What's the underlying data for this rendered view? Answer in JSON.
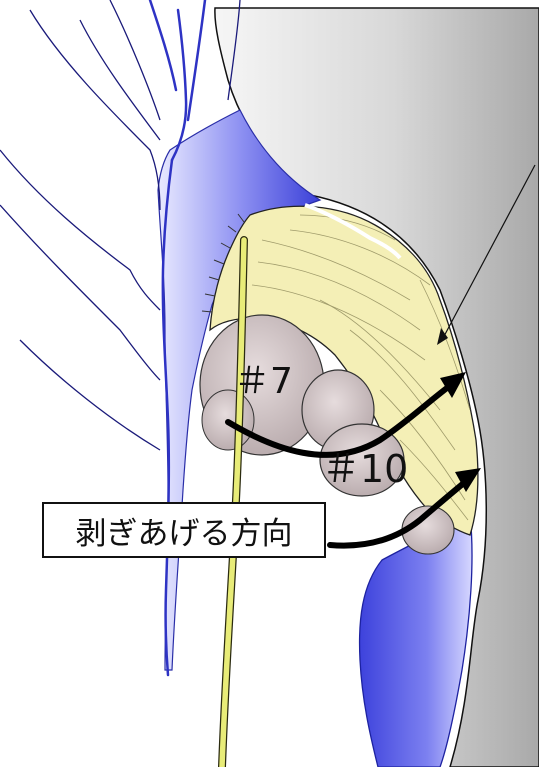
{
  "labels": {
    "lymph_node_7": "＃7",
    "lymph_node_10": "＃10",
    "peel_direction": "剥ぎあげる方向"
  },
  "colors": {
    "vein_blue": "#5a5ee8",
    "membrane_yellow": "#f4efb6",
    "nerve_yellow": "#e8ec78",
    "lymph_node_gray": "#cfc3c4",
    "lung_gray": "#bdbdbd",
    "arrow": "#000000"
  }
}
